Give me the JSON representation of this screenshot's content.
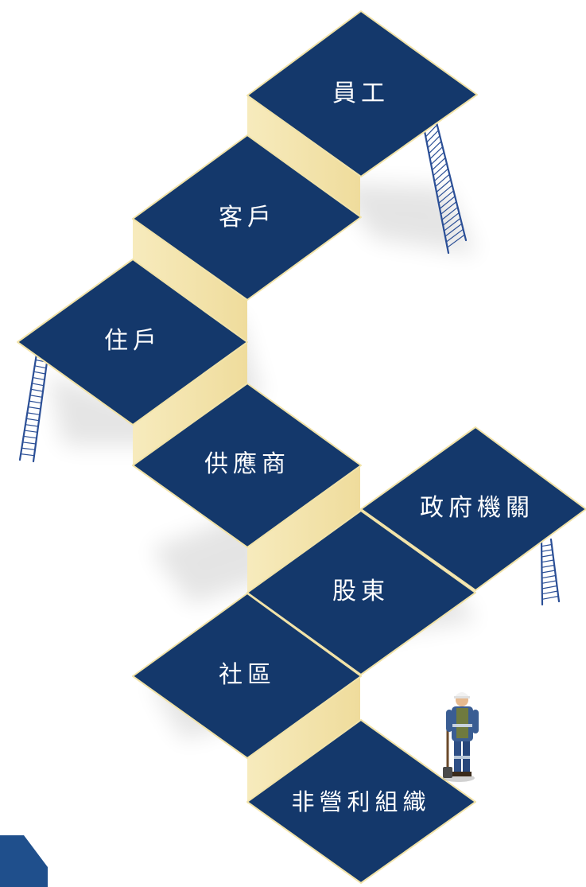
{
  "colors": {
    "tile": "#14386b",
    "tile_edge": "#f2e3a8",
    "riser": "#f5e7b4",
    "ladder": "#2b4f96",
    "label": "#ffffff",
    "corner": "#1f4f8c"
  },
  "stakeholders": [
    {
      "id": "employees",
      "label": "員工"
    },
    {
      "id": "customers",
      "label": "客戶"
    },
    {
      "id": "residents",
      "label": "住戶"
    },
    {
      "id": "suppliers",
      "label": "供應商"
    },
    {
      "id": "government",
      "label": "政府機關"
    },
    {
      "id": "shareholders",
      "label": "股東"
    },
    {
      "id": "community",
      "label": "社區"
    },
    {
      "id": "nonprofit",
      "label": "非營利組織"
    }
  ],
  "icons": [
    "ladder-icon",
    "worker-figure-icon"
  ]
}
